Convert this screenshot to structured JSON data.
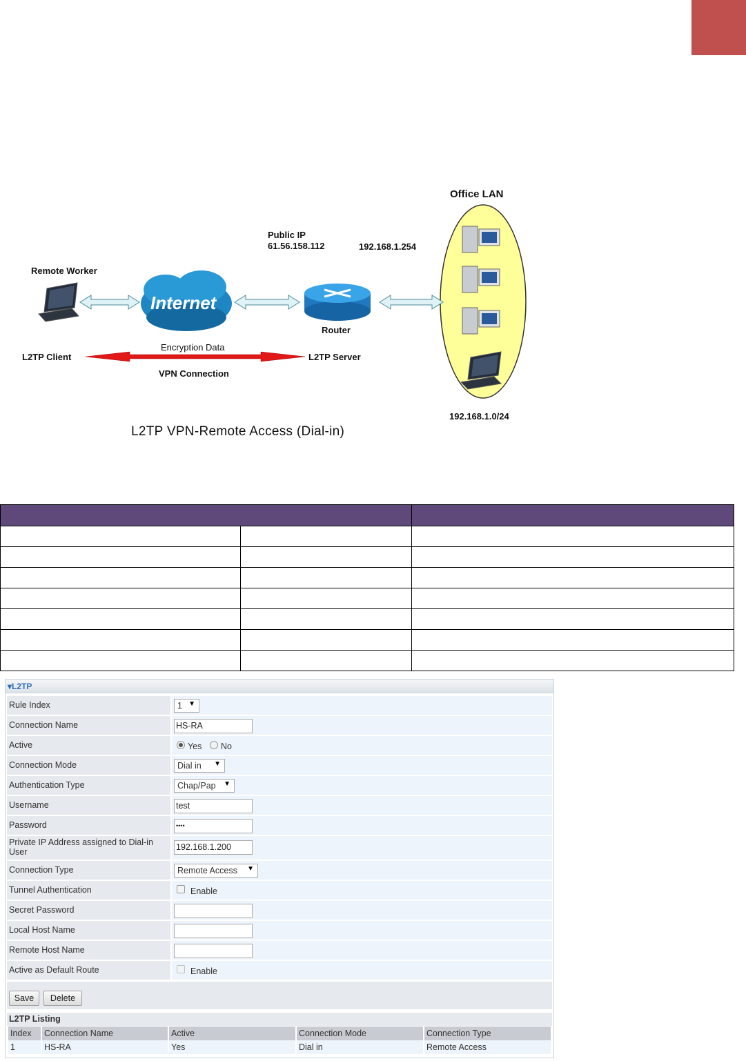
{
  "diagram": {
    "office_lan": "Office LAN",
    "public_ip_label": "Public IP",
    "public_ip": "61.56.158.112",
    "lan_gateway": "192.168.1.254",
    "remote_worker": "Remote Worker",
    "internet": "Internet",
    "router": "Router",
    "encryption_data": "Encryption Data",
    "l2tp_client": "L2TP Client",
    "l2tp_server": "L2TP Server",
    "vpn_connection": "VPN Connection",
    "lan_subnet": "192.168.1.0/24",
    "title": "L2TP VPN-Remote Access (Dial-in)"
  },
  "panel": {
    "title": "L2TP",
    "fields": {
      "rule_index": {
        "label": "Rule Index",
        "value": "1"
      },
      "connection_name": {
        "label": "Connection Name",
        "value": "HS-RA"
      },
      "active": {
        "label": "Active",
        "yes": "Yes",
        "no": "No",
        "selected": "Yes"
      },
      "connection_mode": {
        "label": "Connection Mode",
        "value": "Dial in"
      },
      "auth_type": {
        "label": "Authentication Type",
        "value": "Chap/Pap"
      },
      "username": {
        "label": "Username",
        "value": "test"
      },
      "password": {
        "label": "Password",
        "value": "••••"
      },
      "private_ip": {
        "label": "Private IP Address assigned to Dial-in User",
        "value": "192.168.1.200"
      },
      "connection_type": {
        "label": "Connection Type",
        "value": "Remote Access"
      },
      "tunnel_auth": {
        "label": "Tunnel Authentication",
        "option": "Enable"
      },
      "secret_password": {
        "label": "Secret Password",
        "value": ""
      },
      "local_host": {
        "label": "Local Host Name",
        "value": ""
      },
      "remote_host": {
        "label": "Remote Host Name",
        "value": ""
      },
      "default_route": {
        "label": "Active as Default Route",
        "option": "Enable"
      }
    },
    "buttons": {
      "save": "Save",
      "delete": "Delete"
    },
    "listing": {
      "title": "L2TP Listing",
      "columns": [
        "Index",
        "Connection Name",
        "Active",
        "Connection Mode",
        "Connection Type"
      ],
      "rows": [
        [
          "1",
          "HS-RA",
          "Yes",
          "Dial in",
          "Remote Access"
        ]
      ]
    }
  }
}
